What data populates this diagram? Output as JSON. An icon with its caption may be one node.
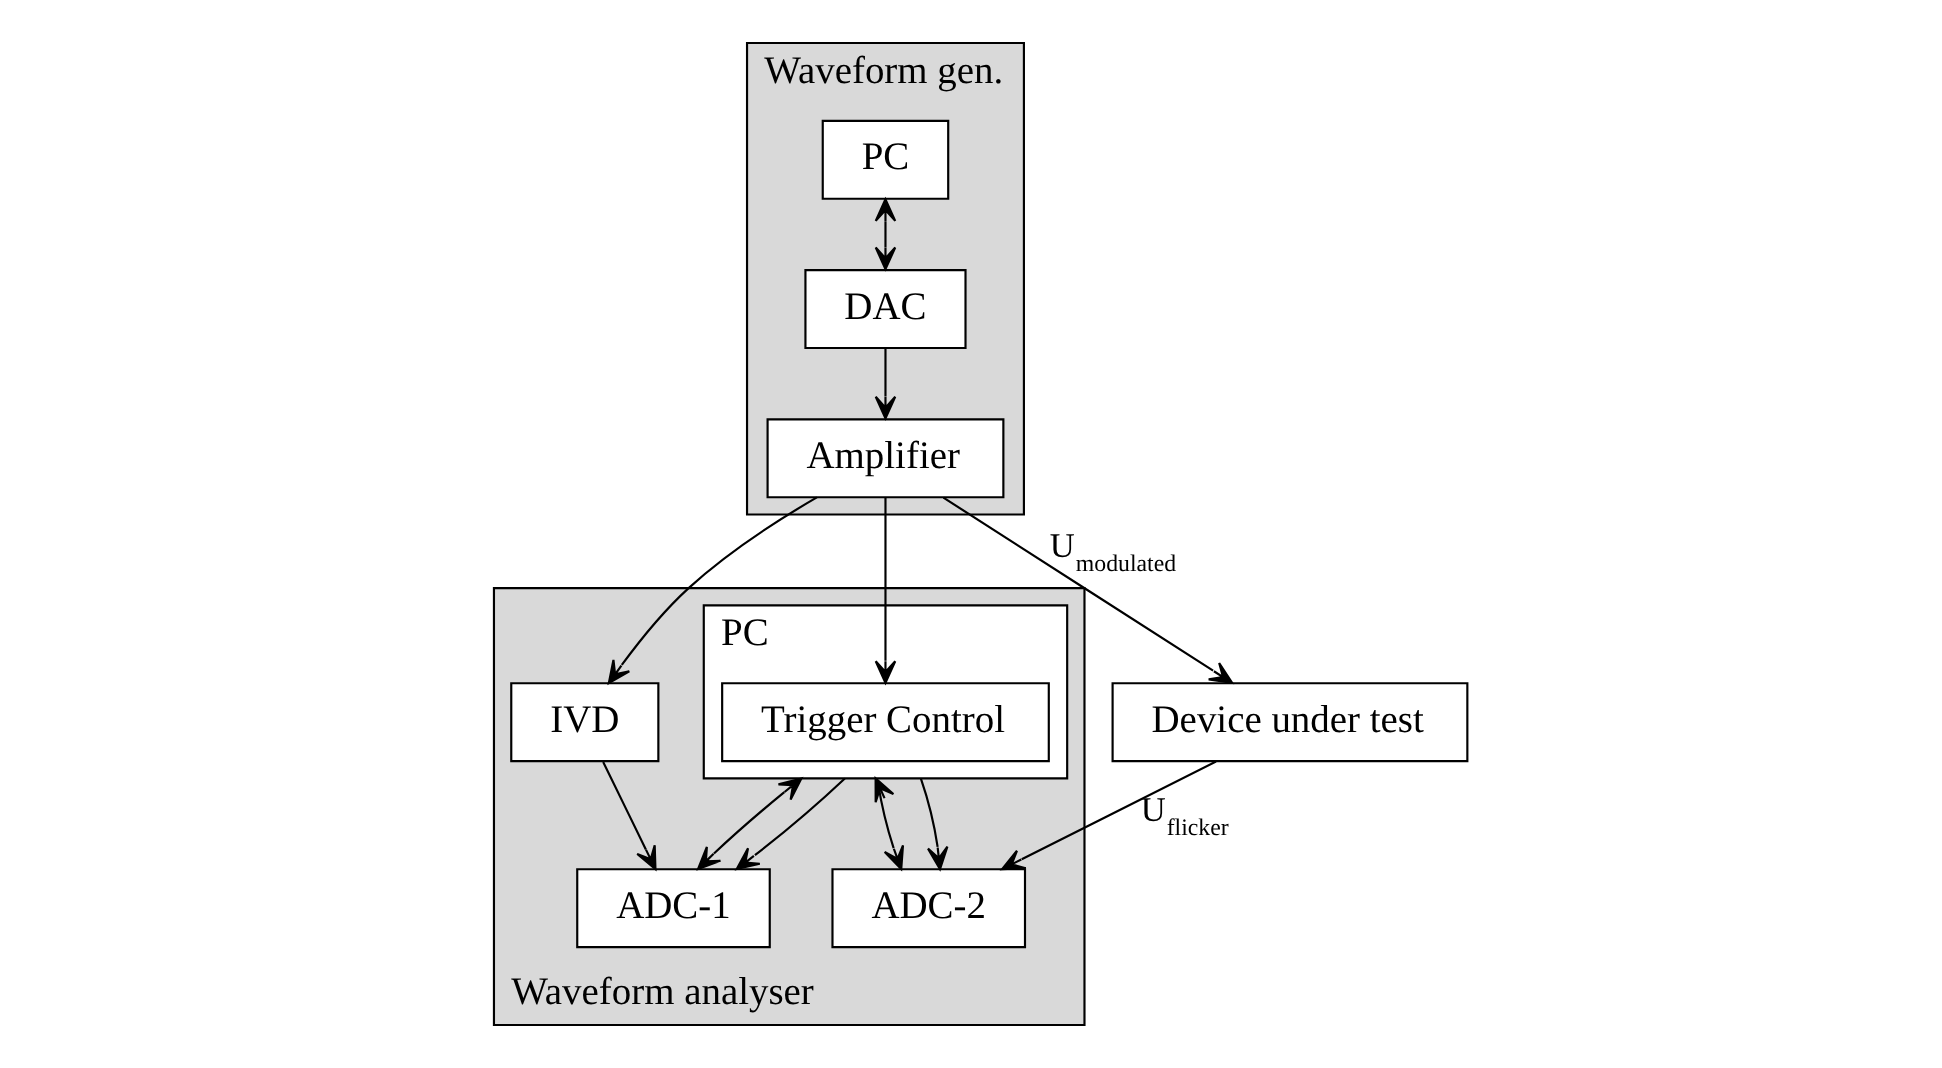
{
  "diagram": {
    "nodes": [
      {
        "text": [
          "Waveform gen."
        ]
      },
      {
        "text": [
          "PC"
        ],
        "in": 0
      },
      {
        "text": [
          "DAC"
        ],
        "in": 0
      },
      {
        "text": [
          "Amplifier"
        ],
        "in": 0
      },
      {
        "text": [
          "Waveform analyser"
        ]
      },
      {
        "text": [
          "PC"
        ],
        "in": 4
      },
      {
        "text": [
          "Trigger Control"
        ],
        "in": 5
      },
      {
        "text": [
          "ADC-1"
        ],
        "in": 4
      },
      {
        "text": [
          "ADC-2"
        ],
        "in": 4
      },
      {
        "text": [
          "IVD"
        ],
        "in": 4
      },
      {
        "text": [
          "Device under test"
        ]
      }
    ],
    "edges": [
      {
        "from": 1,
        "to": 2,
        "arrow": "both"
      },
      {
        "from": 2,
        "to": 3,
        "arrow": "to"
      },
      {
        "from": 3,
        "to": 10,
        "arrow": "to",
        "label": "U$_{modulated}$"
      },
      {
        "from": 3,
        "to": 6,
        "arrow": "to"
      },
      {
        "from": 3,
        "to": 9,
        "arrow": "to"
      },
      {
        "from": 9,
        "to": 7,
        "arrow": "to"
      },
      {
        "from": 10,
        "to": 8,
        "arrow": "to",
        "label": "U$_{flicker}$"
      },
      {
        "from": 5,
        "to": 7,
        "arrow": "both"
      },
      {
        "from": 5,
        "to": 8,
        "arrow": "both"
      },
      {
        "from": 5,
        "to": 7,
        "arrow": "to"
      },
      {
        "from": 5,
        "to": 8,
        "arrow": "to"
      }
    ]
  }
}
